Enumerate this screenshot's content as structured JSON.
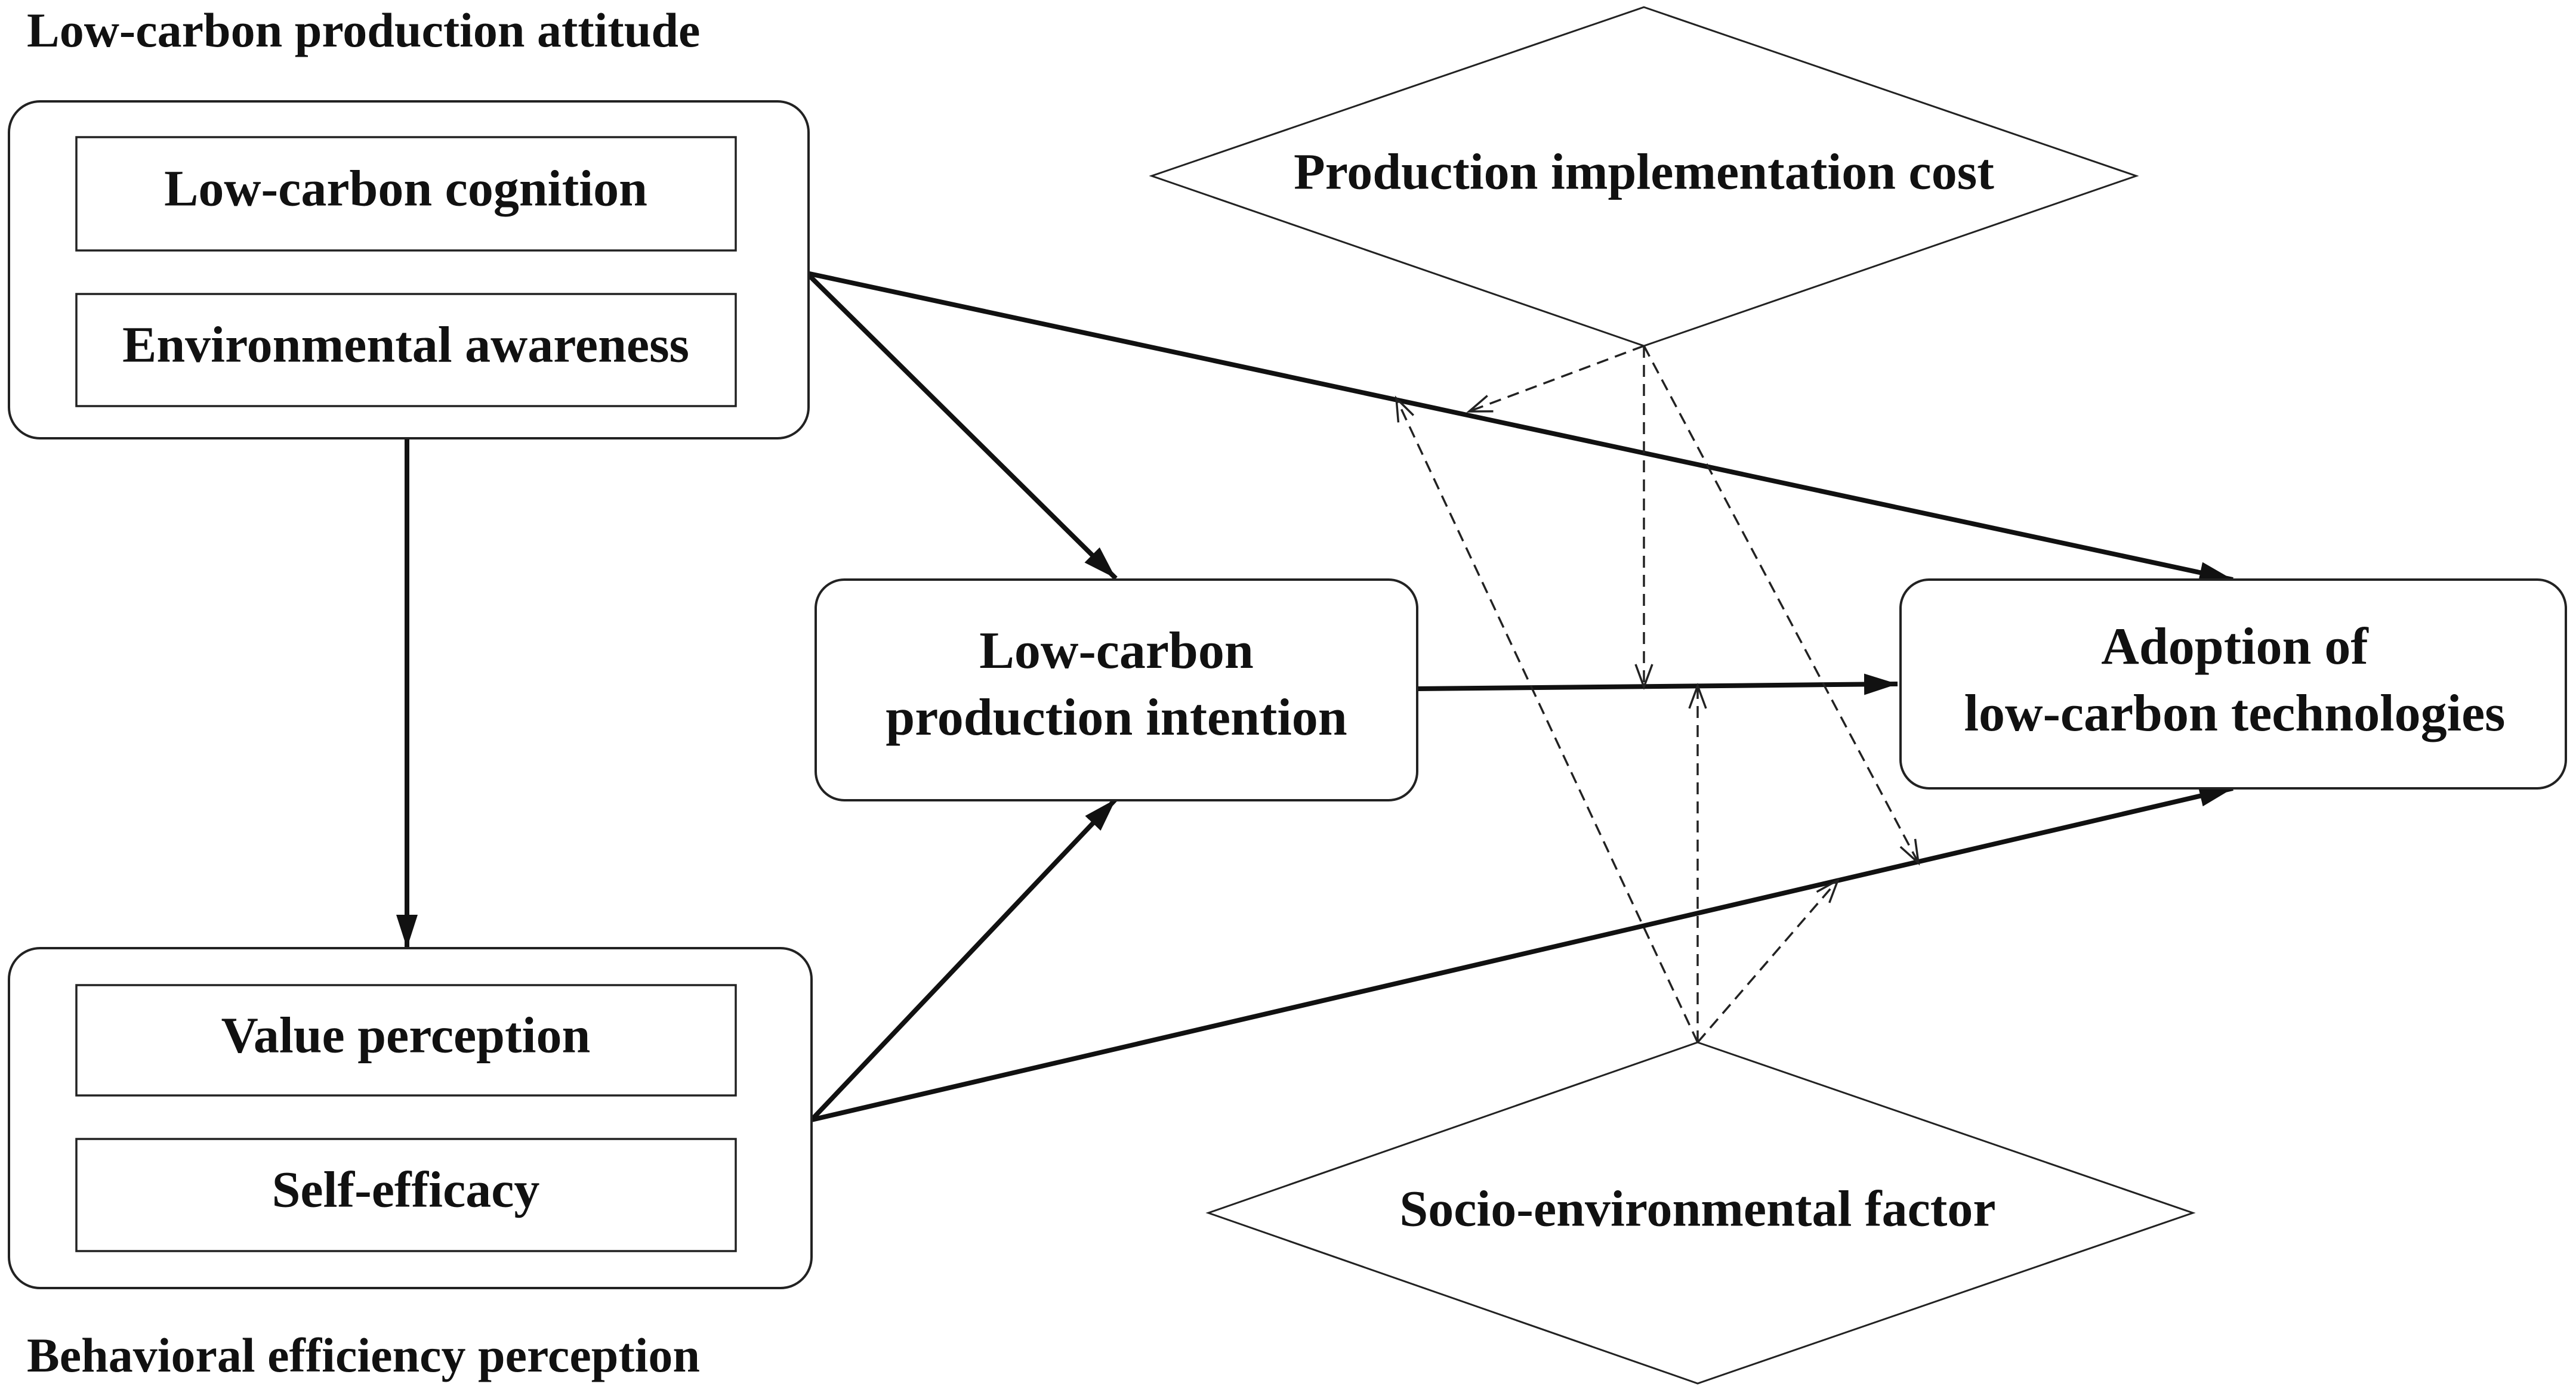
{
  "diagram": {
    "attitude_group": {
      "title": "Low-carbon production attitude",
      "items": [
        "Low-carbon cognition",
        "Environmental awareness"
      ]
    },
    "efficiency_group": {
      "title": "Behavioral efficiency perception",
      "items": [
        "Value perception",
        "Self-efficacy"
      ]
    },
    "intention": {
      "lines": [
        "Low-carbon",
        "production intention"
      ]
    },
    "adoption": {
      "lines": [
        "Adoption of",
        "low-carbon technologies"
      ]
    },
    "moderators": {
      "cost": "Production implementation cost",
      "social": "Socio-environmental factor"
    },
    "colors": {
      "ink": "#111111",
      "background": "#ffffff"
    },
    "relations": [
      {
        "from": "Low-carbon production attitude",
        "to": "Behavioral efficiency perception",
        "style": "solid"
      },
      {
        "from": "Low-carbon production attitude",
        "to": "Low-carbon production intention",
        "style": "solid"
      },
      {
        "from": "Low-carbon production attitude",
        "to": "Adoption of low-carbon technologies",
        "style": "solid"
      },
      {
        "from": "Behavioral efficiency perception",
        "to": "Low-carbon production intention",
        "style": "solid"
      },
      {
        "from": "Behavioral efficiency perception",
        "to": "Adoption of low-carbon technologies",
        "style": "solid"
      },
      {
        "from": "Low-carbon production intention",
        "to": "Adoption of low-carbon technologies",
        "style": "solid"
      },
      {
        "from": "Production implementation cost",
        "to": "attitude → adoption path",
        "style": "dashed"
      },
      {
        "from": "Production implementation cost",
        "to": "intention → adoption path",
        "style": "dashed"
      },
      {
        "from": "Production implementation cost",
        "to": "efficiency → adoption path",
        "style": "dashed"
      },
      {
        "from": "Socio-environmental factor",
        "to": "attitude → adoption path",
        "style": "dashed"
      },
      {
        "from": "Socio-environmental factor",
        "to": "intention → adoption path",
        "style": "dashed"
      },
      {
        "from": "Socio-environmental factor",
        "to": "efficiency → adoption path",
        "style": "dashed"
      }
    ]
  }
}
